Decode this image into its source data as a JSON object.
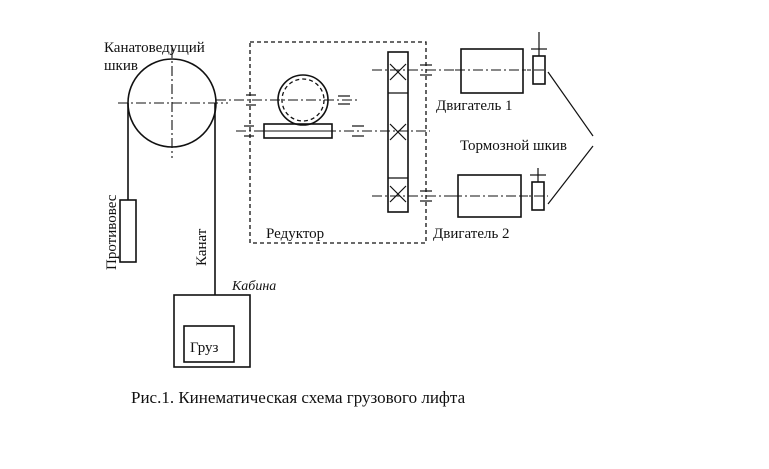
{
  "labels": {
    "sheave_line1": "Канатоведущий",
    "sheave_line2": "шкив",
    "counterweight": "Противовес",
    "rope": "Канат",
    "cabin": "Кабина",
    "load": "Груз",
    "reducer": "Редуктор",
    "motor1": "Двигатель 1",
    "motor2": "Двигатель 2",
    "brake_pulley": "Тормозной шкив"
  },
  "caption": "Рис.1. Кинематическая схема грузового лифта"
}
